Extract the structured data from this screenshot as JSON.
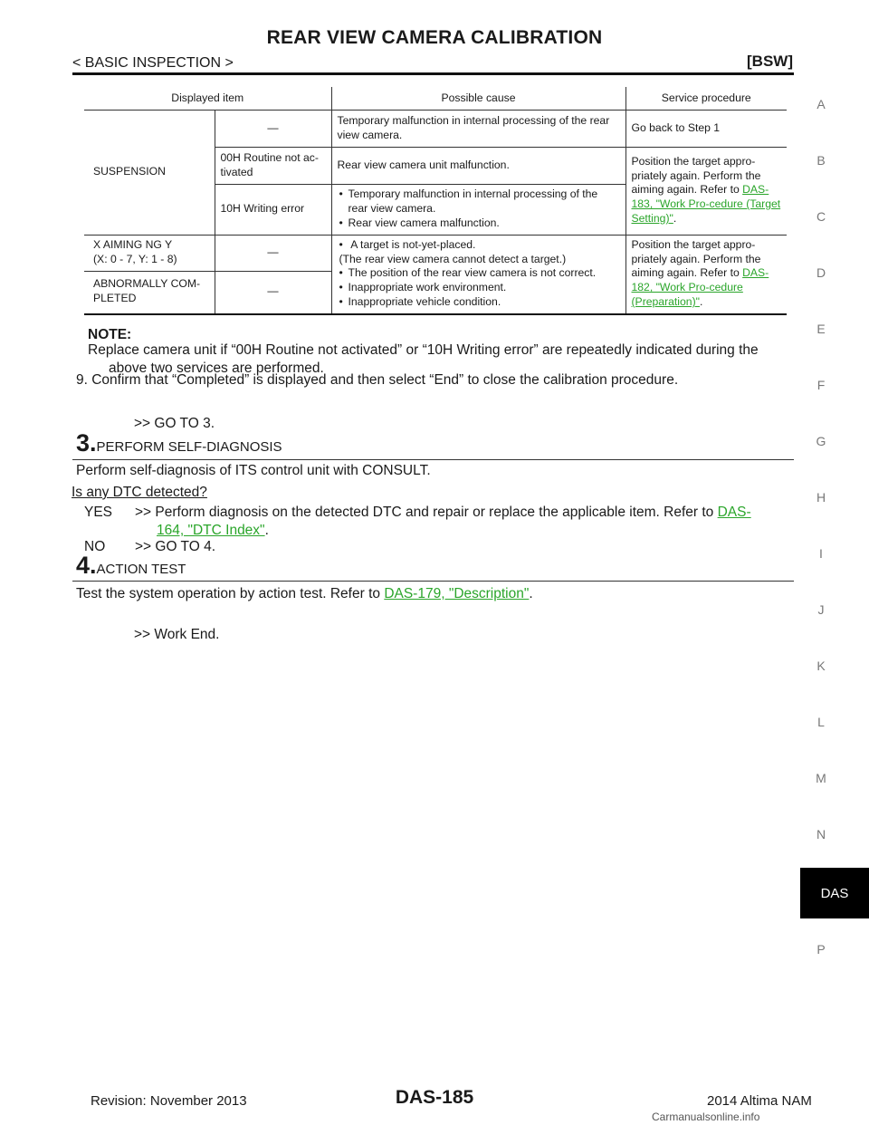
{
  "header": {
    "title": "REAR VIEW CAMERA CALIBRATION",
    "section": "< BASIC INSPECTION >",
    "code": "[BSW]"
  },
  "side_index": {
    "letters": [
      "A",
      "B",
      "C",
      "D",
      "E",
      "F",
      "G",
      "H",
      "I",
      "J",
      "K",
      "L",
      "M",
      "N",
      "P"
    ],
    "active": "DAS"
  },
  "table": {
    "headers": [
      "Displayed item",
      "Possible cause",
      "Service procedure"
    ],
    "suspension": "SUSPENSION",
    "dash": "—",
    "row1_cause": "Temporary malfunction in internal processing of the rear view camera.",
    "row1_procedure": "Go back to Step 1",
    "row2_code": "00H Routine not ac-tivated",
    "row2_cause": "Rear view camera unit malfunction.",
    "row3_code": "10H Writing error",
    "row3_causes": [
      "Temporary malfunction in internal processing of the rear view camera.",
      "Rear view camera malfunction."
    ],
    "proc_target_text": "Position the target appro-priately again. Perform the aiming again. Refer to",
    "proc_target_link": "DAS-183, \"Work Pro-cedure (Target Setting)\"",
    "x_aiming_line1": "X AIMING NG Y",
    "x_aiming_line2": "(X: 0 - 7, Y: 1 - 8)",
    "abnormal_line1": "ABNORMALLY COM-",
    "abnormal_line2": "PLETED",
    "aiming_causes": [
      "A target is not-yet-placed.",
      "(The rear view camera cannot detect a target.)",
      "The position of the rear view camera is not correct.",
      "Inappropriate work environment.",
      "Inappropriate vehicle condition."
    ],
    "proc_prep_text": "Position the target appro-priately again. Perform the aiming again. Refer to",
    "proc_prep_link": "DAS-182, \"Work Pro-cedure (Preparation)\"",
    "period": "."
  },
  "note": {
    "label": "NOTE:",
    "line1": "Replace camera unit if “00H Routine not activated” or “10H Writing error” are repeatedly indicated during the",
    "line2": "above two services are performed."
  },
  "step9": "9. Confirm that “Completed” is displayed and then select “End” to close the calibration procedure.",
  "goto3": ">> GO TO 3.",
  "step3": {
    "number": "3.",
    "heading": "PERFORM SELF-DIAGNOSIS",
    "text": "Perform self-diagnosis of ITS control unit with CONSULT.",
    "question": "Is any DTC detected?",
    "yes_label": "YES",
    "yes_text": ">> Perform diagnosis on the detected DTC and repair or replace the applicable item. Refer to",
    "yes_link_1": "DAS-",
    "yes_link_2": "164, \"DTC Index\"",
    "no_label": "NO",
    "no_text": ">> GO TO 4."
  },
  "step4": {
    "number": "4.",
    "heading": "ACTION TEST",
    "text": "Test the system operation by action test. Refer to",
    "link": "DAS-179, \"Description\"",
    "end": ">> Work End."
  },
  "footer": {
    "revision": "Revision: November 2013",
    "page": "DAS-185",
    "model": "2014 Altima NAM",
    "watermark": "Carmanualsonline.info"
  }
}
